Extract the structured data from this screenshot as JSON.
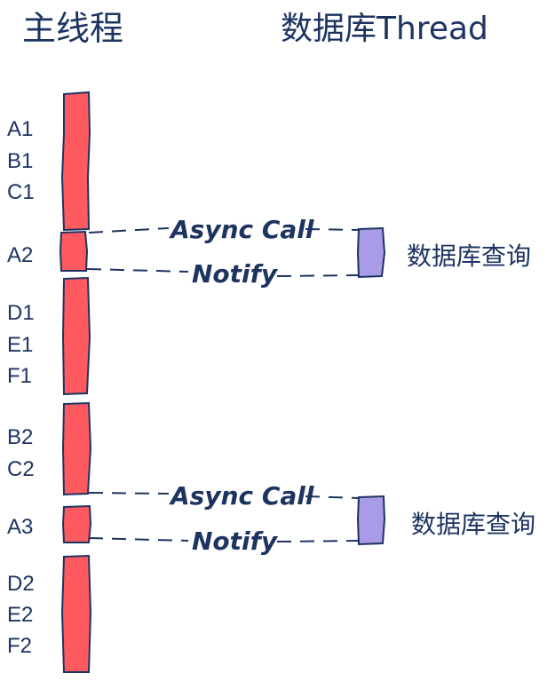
{
  "headers": {
    "main_thread": "主线程",
    "db_thread": "数据库Thread"
  },
  "tasks": {
    "a1": "A1",
    "b1": "B1",
    "c1": "C1",
    "a2": "A2",
    "d1": "D1",
    "e1": "E1",
    "f1": "F1",
    "b2": "B2",
    "c2": "C2",
    "a3": "A3",
    "d2": "D2",
    "e2": "E2",
    "f2": "F2"
  },
  "interactions": [
    {
      "call": "Async Call",
      "notify": "Notify",
      "query": "数据库查询"
    },
    {
      "call": "Async Call",
      "notify": "Notify",
      "query": "数据库查询"
    }
  ],
  "colors": {
    "main_bar": "#ff5a5f",
    "db_bar": "#a99be6",
    "ink": "#1d3461"
  }
}
